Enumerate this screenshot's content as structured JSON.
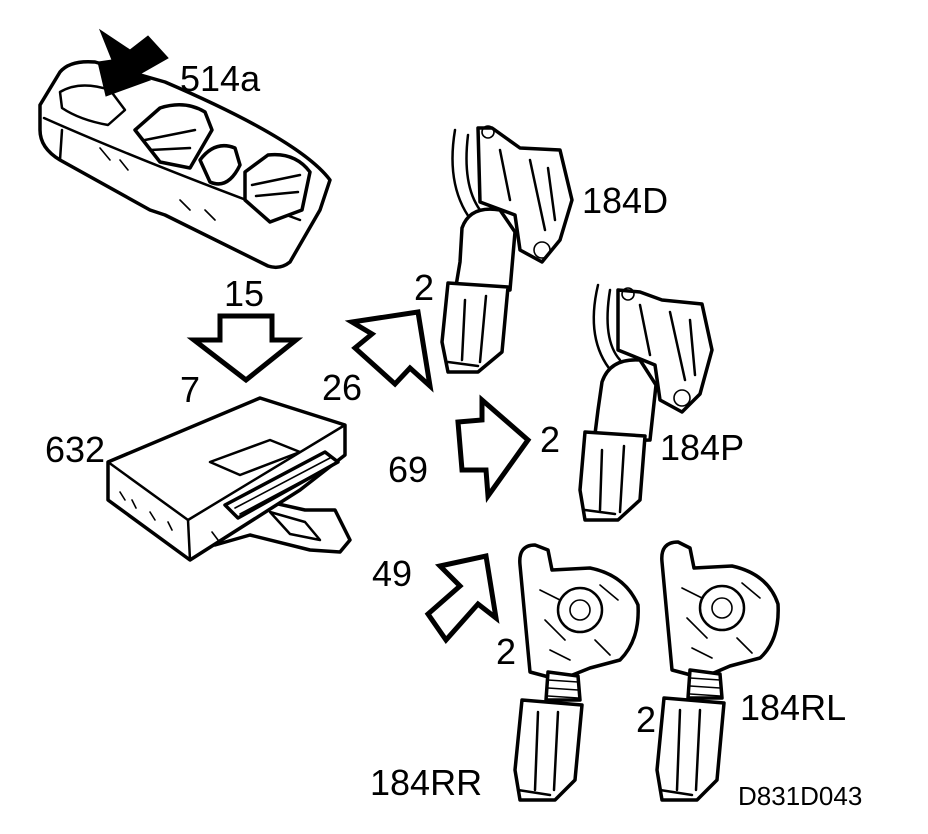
{
  "labels": {
    "switch_panel": "514a",
    "control_module": "632",
    "actuator_driver": "184D",
    "actuator_passenger": "184P",
    "actuator_rear_right": "184RR",
    "actuator_rear_left": "184RL",
    "pin_15": "15",
    "pin_7": "7",
    "pin_26": "26",
    "pin_69": "69",
    "pin_49": "49",
    "wire_count_driver": "2",
    "wire_count_passenger": "2",
    "wire_count_rear_right": "2",
    "wire_count_rear_left": "2"
  },
  "figure_ref": "D831D043",
  "colors": {
    "line": "#000000",
    "fill": "#ffffff"
  }
}
